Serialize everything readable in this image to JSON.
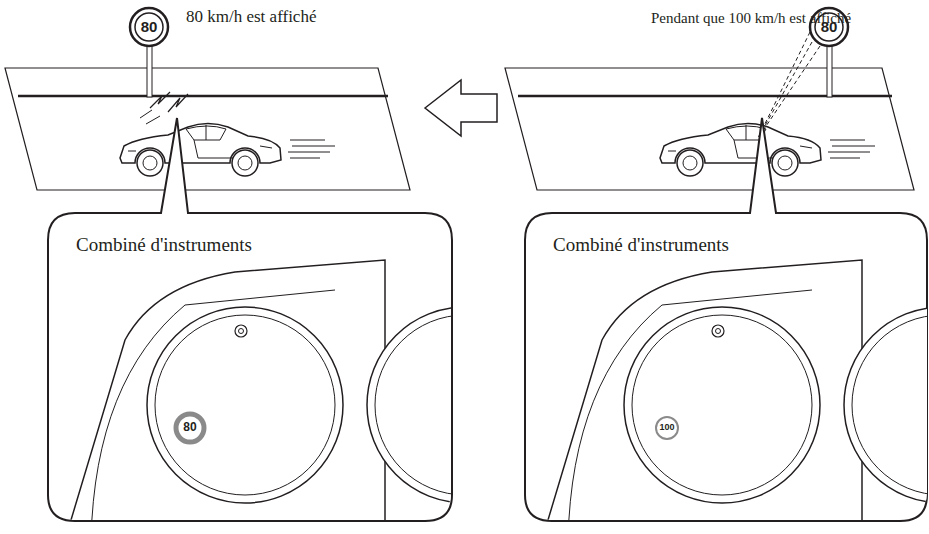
{
  "diagram": {
    "nodes": [
      {
        "text": [
          "Combiné d'instruments"
        ]
      },
      {
        "text": [
          "Combiné d'instruments"
        ]
      }
    ],
    "labels": [
      "80 km/h est affiché",
      "80",
      "Pendant que 100 km/h est affiché",
      "80",
      "80",
      "100"
    ]
  }
}
